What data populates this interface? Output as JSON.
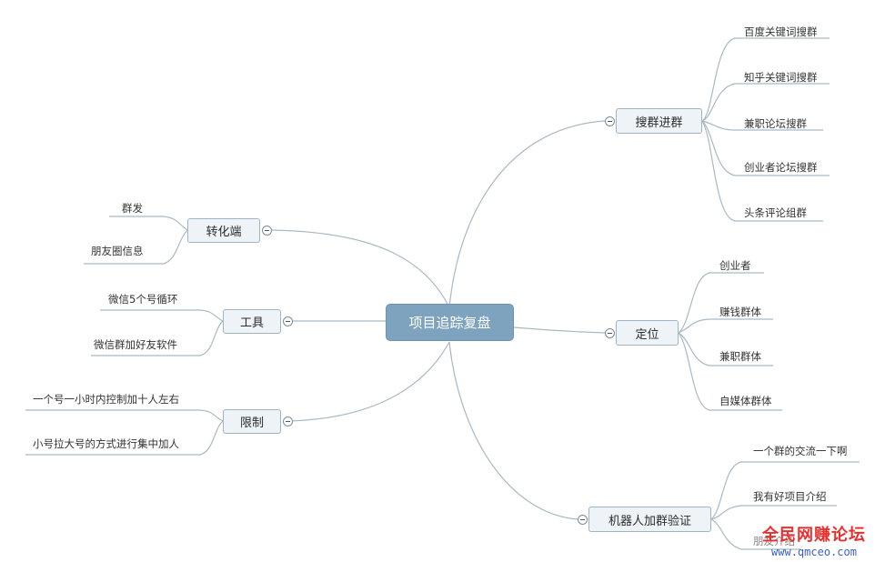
{
  "root": "项目追踪复盘",
  "branches": {
    "search": {
      "label": "搜群进群",
      "leaves": [
        "百度关键词搜群",
        "知乎关键词搜群",
        "兼职论坛搜群",
        "创业者论坛搜群",
        "头条评论组群"
      ]
    },
    "position": {
      "label": "定位",
      "leaves": [
        "创业者",
        "赚钱群体",
        "兼职群体",
        "自媒体群体"
      ]
    },
    "robot": {
      "label": "机器人加群验证",
      "leaves": [
        "一个群的交流一下啊",
        "我有好项目介绍",
        "朋友介绍"
      ]
    },
    "convert": {
      "label": "转化端",
      "leaves": [
        "群发",
        "朋友圈信息"
      ]
    },
    "tools": {
      "label": "工具",
      "leaves": [
        "微信5个号循环",
        "微信群加好友软件"
      ]
    },
    "limit": {
      "label": "限制",
      "leaves": [
        "一个号一小时内控制加十人左右",
        "小号拉大号的方式进行集中加人"
      ]
    }
  },
  "watermark": {
    "title": "全民网赚论坛",
    "url": "www.qmceo.com"
  },
  "colors": {
    "line": "#a9b9c4",
    "root_fill": "#7ea3bf",
    "node_fill": "#eef3f7",
    "node_border": "#9fb4c4",
    "watermark_red": "#e8312e",
    "watermark_blue": "#3a5fd0"
  }
}
